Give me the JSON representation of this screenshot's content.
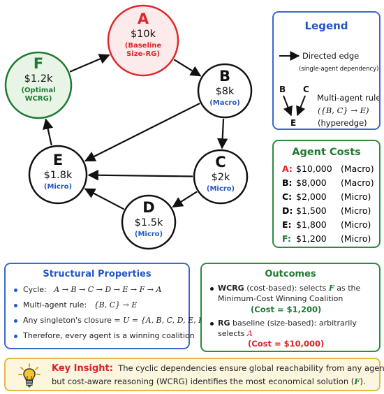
{
  "graph": {
    "nodes": [
      {
        "id": "A",
        "letter": "A",
        "cost": "$10k",
        "tag_lines": [
          "(Baseline",
          "Size-RG)"
        ],
        "kind": "baseline"
      },
      {
        "id": "B",
        "letter": "B",
        "cost": "$8k",
        "tag_lines": [
          "(Macro)"
        ],
        "kind": "normal"
      },
      {
        "id": "C",
        "letter": "C",
        "cost": "$2k",
        "tag_lines": [
          "(Micro)"
        ],
        "kind": "normal"
      },
      {
        "id": "D",
        "letter": "D",
        "cost": "$1.5k",
        "tag_lines": [
          "(Micro)"
        ],
        "kind": "normal"
      },
      {
        "id": "E",
        "letter": "E",
        "cost": "$1.8k",
        "tag_lines": [
          "(Micro)"
        ],
        "kind": "normal"
      },
      {
        "id": "F",
        "letter": "F",
        "cost": "$1.2k",
        "tag_lines": [
          "(Optimal",
          "WCRG)"
        ],
        "kind": "optimal"
      }
    ],
    "edges": [
      {
        "from": "A",
        "to": "B"
      },
      {
        "from": "B",
        "to": "C"
      },
      {
        "from": "C",
        "to": "D"
      },
      {
        "from": "D",
        "to": "E"
      },
      {
        "from": "E",
        "to": "F"
      },
      {
        "from": "F",
        "to": "A"
      },
      {
        "from": "B",
        "to": "E"
      },
      {
        "from": "C",
        "to": "E"
      }
    ]
  },
  "legend": {
    "title": "Legend",
    "directed_edge": "Directed edge",
    "directed_edge_note": "(single-agent dependency)",
    "hyper_b": "B",
    "hyper_c": "C",
    "hyper_e": "E",
    "multi_rule_label": "Multi-agent rule",
    "multi_rule_formula": "({B, C} → E)",
    "multi_rule_note": "(hyperedge)"
  },
  "costs": {
    "title": "Agent Costs",
    "rows": [
      {
        "agent": "A:",
        "amount": "$10,000",
        "type": "(Macro)"
      },
      {
        "agent": "B:",
        "amount": "$8,000",
        "type": "(Macro)"
      },
      {
        "agent": "C:",
        "amount": "$2,000",
        "type": "(Micro)"
      },
      {
        "agent": "D:",
        "amount": "$1,500",
        "type": "(Micro)"
      },
      {
        "agent": "E:",
        "amount": "$1,800",
        "type": "(Micro)"
      },
      {
        "agent": "F:",
        "amount": "$1,200",
        "type": "(Micro)"
      }
    ]
  },
  "structural": {
    "title": "Structural Properties",
    "cycle_label": "Cycle:",
    "cycle_formula": "A → B → C → D → E → F → A",
    "multi_label": "Multi-agent rule:",
    "multi_formula": "{B, C} → E",
    "closure_label": "Any singleton's closure =",
    "closure_formula": "U = {A, B, C, D, E, F}",
    "therefore": "Therefore, every agent is a winning coalition"
  },
  "outcomes": {
    "title": "Outcomes",
    "wcrg_bold": "WCRG",
    "wcrg_text": "(cost-based): selects",
    "wcrg_var": "F",
    "wcrg_text2": "as the",
    "wcrg_line2": "Minimum-Cost Winning Coalition",
    "wcrg_cost": "(Cost = $1,200)",
    "rg_bold": "RG",
    "rg_text": "baseline (size-based): arbitrarily",
    "rg_line2": "selects",
    "rg_var": "A",
    "rg_cost": "(Cost = $10,000)"
  },
  "insight": {
    "heading": "Key Insight:",
    "line1": "The cyclic dependencies ensure global reachability from any agent,",
    "line2": "but cost-aware reasoning (WCRG) identifies the most economical solution (",
    "line2_var": "F",
    "line2_end": ")."
  },
  "colors": {
    "baseline": "#e0262b",
    "optimal": "#1f7a31",
    "micro_blue": "#2556c4",
    "accent_blue": "#2556c4",
    "accent_green": "#1f7a31",
    "insight_border": "#e8b64a",
    "insight_bg": "#fdf6df"
  },
  "icons": {
    "insight": "lightbulb-icon"
  }
}
